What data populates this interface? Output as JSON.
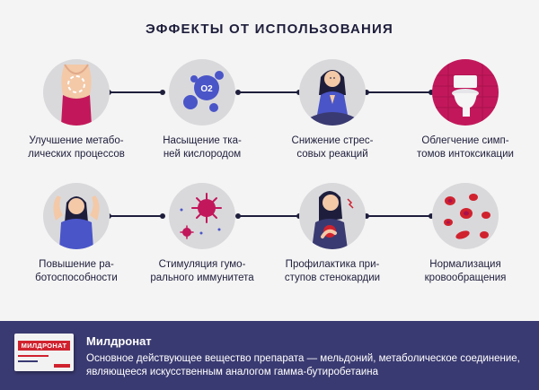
{
  "title": "ЭФФЕКТЫ ОТ ИСПОЛЬЗОВАНИЯ",
  "row1": [
    {
      "label": "Улучшение метабо-\nлических процессов",
      "icon": "torso-metabolism-icon"
    },
    {
      "label": "Насыщение тка-\nней кислородом",
      "icon": "oxygen-molecule-icon"
    },
    {
      "label": "Снижение стрес-\nсовых реакций",
      "icon": "meditating-woman-icon"
    },
    {
      "label": "Облегчение симп-\nтомов интоксикации",
      "icon": "toilet-icon"
    }
  ],
  "row2": [
    {
      "label": "Повышение ра-\nботоспособности",
      "icon": "strong-woman-icon"
    },
    {
      "label": "Стимуляция гумо-\nрального иммунитета",
      "icon": "virus-icon"
    },
    {
      "label": "Профилактика при-\nступов стенокардии",
      "icon": "heart-pain-woman-icon"
    },
    {
      "label": "Нормализация\nкровообращения",
      "icon": "blood-cells-icon"
    }
  ],
  "circle_badge": "O2",
  "footer": {
    "name": "Милдронат",
    "description": "Основное действующее вещество препарата — мельдоний, метаболическое соединение, являющееся искусственным аналогом гамма-бутиробетаина",
    "pack_label": "МИЛДРОНАТ"
  },
  "colors": {
    "dark": "#1e1e3c",
    "footer_bg": "#3a3a72",
    "circle_bg": "#d9d9dc",
    "accent_blue": "#4a55c8",
    "accent_pink": "#c2185b",
    "accent_red": "#d0222e"
  }
}
